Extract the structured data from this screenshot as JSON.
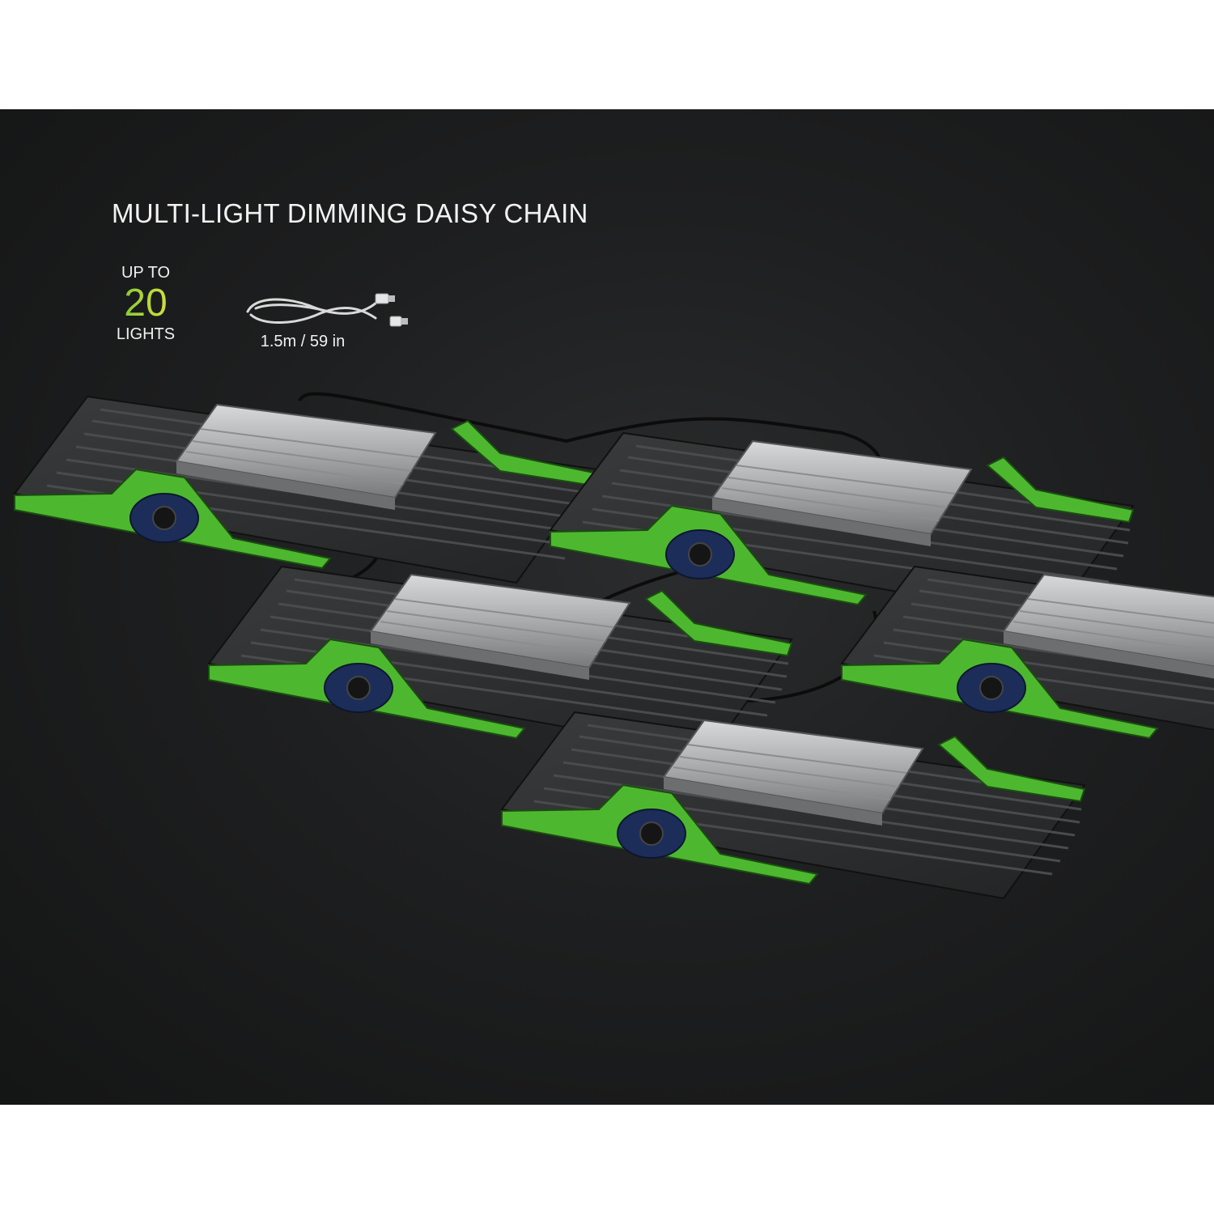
{
  "headline": "MULTI-LIGHT DIMMING DAISY CHAIN",
  "badge": {
    "prefix": "UP TO",
    "number": "20",
    "suffix": "LIGHTS"
  },
  "cable": {
    "length_label": "1.5m / 59 in",
    "icon": "cable-icon"
  },
  "colors": {
    "background": "#1e1f20",
    "accent_green": "#4db82f",
    "dimmer_blue": "#1d2d5a"
  }
}
